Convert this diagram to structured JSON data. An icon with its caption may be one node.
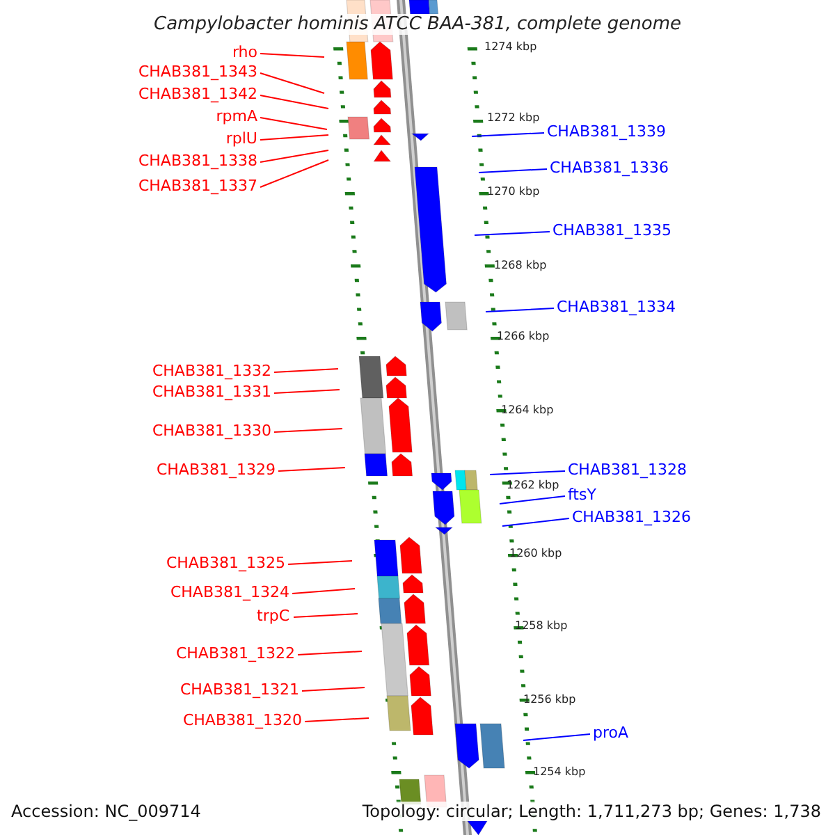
{
  "diagram": {
    "title": "Campylobacter hominis ATCC BAA-381, complete genome",
    "nodes": [
      {
        "text": [
          "rho"
        ]
      },
      {
        "text": [
          "CHAB381_1343"
        ]
      },
      {
        "text": [
          "CHAB381_1342"
        ]
      },
      {
        "text": [
          "rpmA"
        ]
      },
      {
        "text": [
          "rplU"
        ]
      },
      {
        "text": [
          "CHAB381_1338"
        ]
      },
      {
        "text": [
          "CHAB381_1337"
        ]
      },
      {
        "text": [
          "CHAB381_1339"
        ]
      },
      {
        "text": [
          "CHAB381_1336"
        ]
      },
      {
        "text": [
          "CHAB381_1335"
        ]
      },
      {
        "text": [
          "CHAB381_1334"
        ]
      },
      {
        "text": [
          "CHAB381_1332"
        ]
      },
      {
        "text": [
          "CHAB381_1331"
        ]
      },
      {
        "text": [
          "CHAB381_1330"
        ]
      },
      {
        "text": [
          "CHAB381_1329"
        ]
      },
      {
        "text": [
          "CHAB381_1328"
        ]
      },
      {
        "text": [
          "ftsY"
        ]
      },
      {
        "text": [
          "CHAB381_1326"
        ]
      },
      {
        "text": [
          "CHAB381_1325"
        ]
      },
      {
        "text": [
          "CHAB381_1324"
        ]
      },
      {
        "text": [
          "trpC"
        ]
      },
      {
        "text": [
          "CHAB381_1322"
        ]
      },
      {
        "text": [
          "CHAB381_1321"
        ]
      },
      {
        "text": [
          "CHAB381_1320"
        ]
      },
      {
        "text": [
          "proA"
        ]
      }
    ],
    "edges": [
      {
        "from": 0,
        "to": null,
        "arrow": "none"
      },
      {
        "from": 1,
        "to": null,
        "arrow": "none"
      },
      {
        "from": 2,
        "to": null,
        "arrow": "none"
      },
      {
        "from": 3,
        "to": null,
        "arrow": "none"
      },
      {
        "from": 4,
        "to": null,
        "arrow": "none"
      },
      {
        "from": 5,
        "to": null,
        "arrow": "none"
      },
      {
        "from": 6,
        "to": null,
        "arrow": "none"
      },
      {
        "from": 7,
        "to": null,
        "arrow": "none",
        "color": "#0000ff"
      },
      {
        "from": 8,
        "to": null,
        "arrow": "none",
        "color": "#0000ff"
      },
      {
        "from": 9,
        "to": null,
        "arrow": "none",
        "color": "#0000ff"
      },
      {
        "from": 10,
        "to": null,
        "arrow": "none",
        "color": "#0000ff"
      },
      {
        "from": 11,
        "to": null,
        "arrow": "none"
      },
      {
        "from": 12,
        "to": null,
        "arrow": "none"
      },
      {
        "from": 13,
        "to": null,
        "arrow": "none"
      },
      {
        "from": 14,
        "to": null,
        "arrow": "none"
      },
      {
        "from": 15,
        "to": null,
        "arrow": "none",
        "color": "#0000ff"
      },
      {
        "from": 16,
        "to": null,
        "arrow": "none",
        "color": "#0000ff"
      },
      {
        "from": 17,
        "to": null,
        "arrow": "none",
        "color": "#0000ff"
      },
      {
        "from": 18,
        "to": null,
        "arrow": "none"
      },
      {
        "from": 19,
        "to": null,
        "arrow": "none"
      },
      {
        "from": 20,
        "to": null,
        "arrow": "none"
      },
      {
        "from": 21,
        "to": null,
        "arrow": "none"
      },
      {
        "from": 22,
        "to": null,
        "arrow": "none"
      },
      {
        "from": 23,
        "to": null,
        "arrow": "none"
      },
      {
        "from": 24,
        "to": null,
        "arrow": "none",
        "color": "#0000ff"
      }
    ],
    "labels": [
      "1274 kbp",
      "1272 kbp",
      "1270 kbp",
      "1268 kbp",
      "1266 kbp",
      "1264 kbp",
      "1262 kbp",
      "1260 kbp",
      "1258 kbp",
      "1256 kbp",
      "1254 kbp",
      "Accession: NC_009714",
      "Topology: circular; Length: 1,711,273 bp; Genes: 1,738"
    ]
  }
}
